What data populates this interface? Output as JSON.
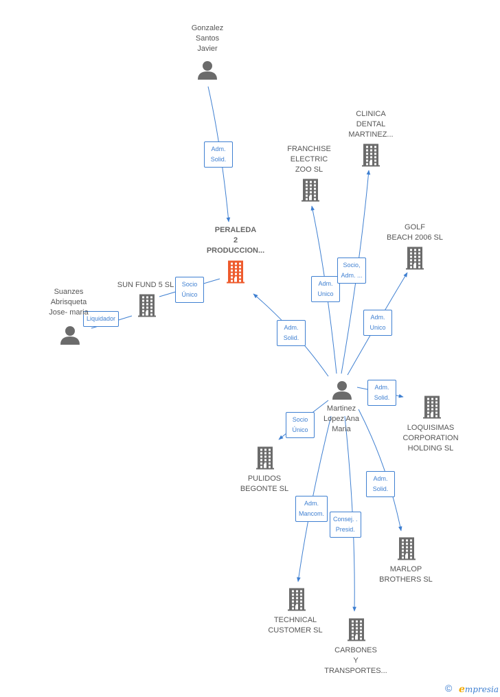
{
  "colors": {
    "edge": "#3e7fd1",
    "node": "#6b6b6b",
    "focus_node": "#ee5b2d",
    "label": "#555555"
  },
  "nodes": [
    {
      "id": "gonzalez",
      "kind": "person",
      "icon": "person-icon",
      "lines": [
        "Gonzalez",
        "Santos",
        "Javier"
      ]
    },
    {
      "id": "clinica",
      "kind": "company",
      "icon": "building-icon",
      "lines": [
        "CLINICA",
        "DENTAL",
        "MARTINEZ..."
      ]
    },
    {
      "id": "franchise",
      "kind": "company",
      "icon": "building-icon",
      "lines": [
        "FRANCHISE",
        "ELECTRIC",
        "ZOO SL"
      ]
    },
    {
      "id": "peraleda",
      "kind": "company",
      "icon": "building-icon",
      "focus": true,
      "lines": [
        "PERALEDA",
        "2",
        "PRODUCCION..."
      ]
    },
    {
      "id": "golf",
      "kind": "company",
      "icon": "building-icon",
      "lines": [
        "GOLF",
        "BEACH 2006 SL"
      ]
    },
    {
      "id": "sunfund",
      "kind": "company",
      "icon": "building-icon",
      "lines": [
        "SUN FUND 5 SL"
      ]
    },
    {
      "id": "suanzes",
      "kind": "person",
      "icon": "person-icon",
      "lines": [
        "Suanzes",
        "Abrisqueta",
        "Jose- maria"
      ]
    },
    {
      "id": "martinez",
      "kind": "person",
      "icon": "person-icon",
      "lines": [
        "Martinez",
        "Lopez Ana",
        "Maria"
      ]
    },
    {
      "id": "loquisimas",
      "kind": "company",
      "icon": "building-icon",
      "lines": [
        "LOQUISIMAS",
        "CORPORATION",
        "HOLDING  SL"
      ]
    },
    {
      "id": "pulidos",
      "kind": "company",
      "icon": "building-icon",
      "lines": [
        "PULIDOS",
        "BEGONTE SL"
      ]
    },
    {
      "id": "marlop",
      "kind": "company",
      "icon": "building-icon",
      "lines": [
        "MARLOP",
        "BROTHERS SL"
      ]
    },
    {
      "id": "technical",
      "kind": "company",
      "icon": "building-icon",
      "lines": [
        "TECHNICAL",
        "CUSTOMER SL"
      ]
    },
    {
      "id": "carbones",
      "kind": "company",
      "icon": "building-icon",
      "lines": [
        "CARBONES",
        "Y",
        "TRANSPORTES..."
      ]
    }
  ],
  "edges": [
    {
      "id": "e-gonzalez-peraleda",
      "from": "gonzalez",
      "to": "peraleda",
      "label": [
        "Adm.",
        "Solid."
      ]
    },
    {
      "id": "e-suanzes-sunfund",
      "from": "suanzes",
      "to": "sunfund",
      "label": [
        "Liquidador"
      ]
    },
    {
      "id": "e-sunfund-peraleda",
      "from": "sunfund",
      "to": "peraleda",
      "label": [
        "Socio",
        "Único"
      ]
    },
    {
      "id": "e-martinez-peraleda",
      "from": "martinez",
      "to": "peraleda",
      "label": [
        "Adm.",
        "Solid."
      ]
    },
    {
      "id": "e-martinez-franchise",
      "from": "martinez",
      "to": "franchise",
      "label": [
        "Adm.",
        "Unico"
      ]
    },
    {
      "id": "e-martinez-clinica",
      "from": "martinez",
      "to": "clinica",
      "label": [
        "Socio,",
        "Adm. ..."
      ]
    },
    {
      "id": "e-martinez-golf",
      "from": "martinez",
      "to": "golf",
      "label": [
        "Adm.",
        "Unico"
      ]
    },
    {
      "id": "e-martinez-loquisimas",
      "from": "martinez",
      "to": "loquisimas",
      "label": [
        "Adm.",
        "Solid."
      ]
    },
    {
      "id": "e-martinez-pulidos",
      "from": "martinez",
      "to": "pulidos",
      "label": [
        "Socio",
        "Único"
      ]
    },
    {
      "id": "e-martinez-marlop",
      "from": "martinez",
      "to": "marlop",
      "label": [
        "Adm.",
        "Solid."
      ]
    },
    {
      "id": "e-martinez-technical",
      "from": "martinez",
      "to": "technical",
      "label": [
        "Adm.",
        "Mancom."
      ]
    },
    {
      "id": "e-martinez-carbones",
      "from": "martinez",
      "to": "carbones",
      "label": [
        "Consej. .",
        "Presid."
      ]
    }
  ],
  "footer": {
    "copyright": "©",
    "brand_initial": "e",
    "brand_rest": "mpresia"
  }
}
